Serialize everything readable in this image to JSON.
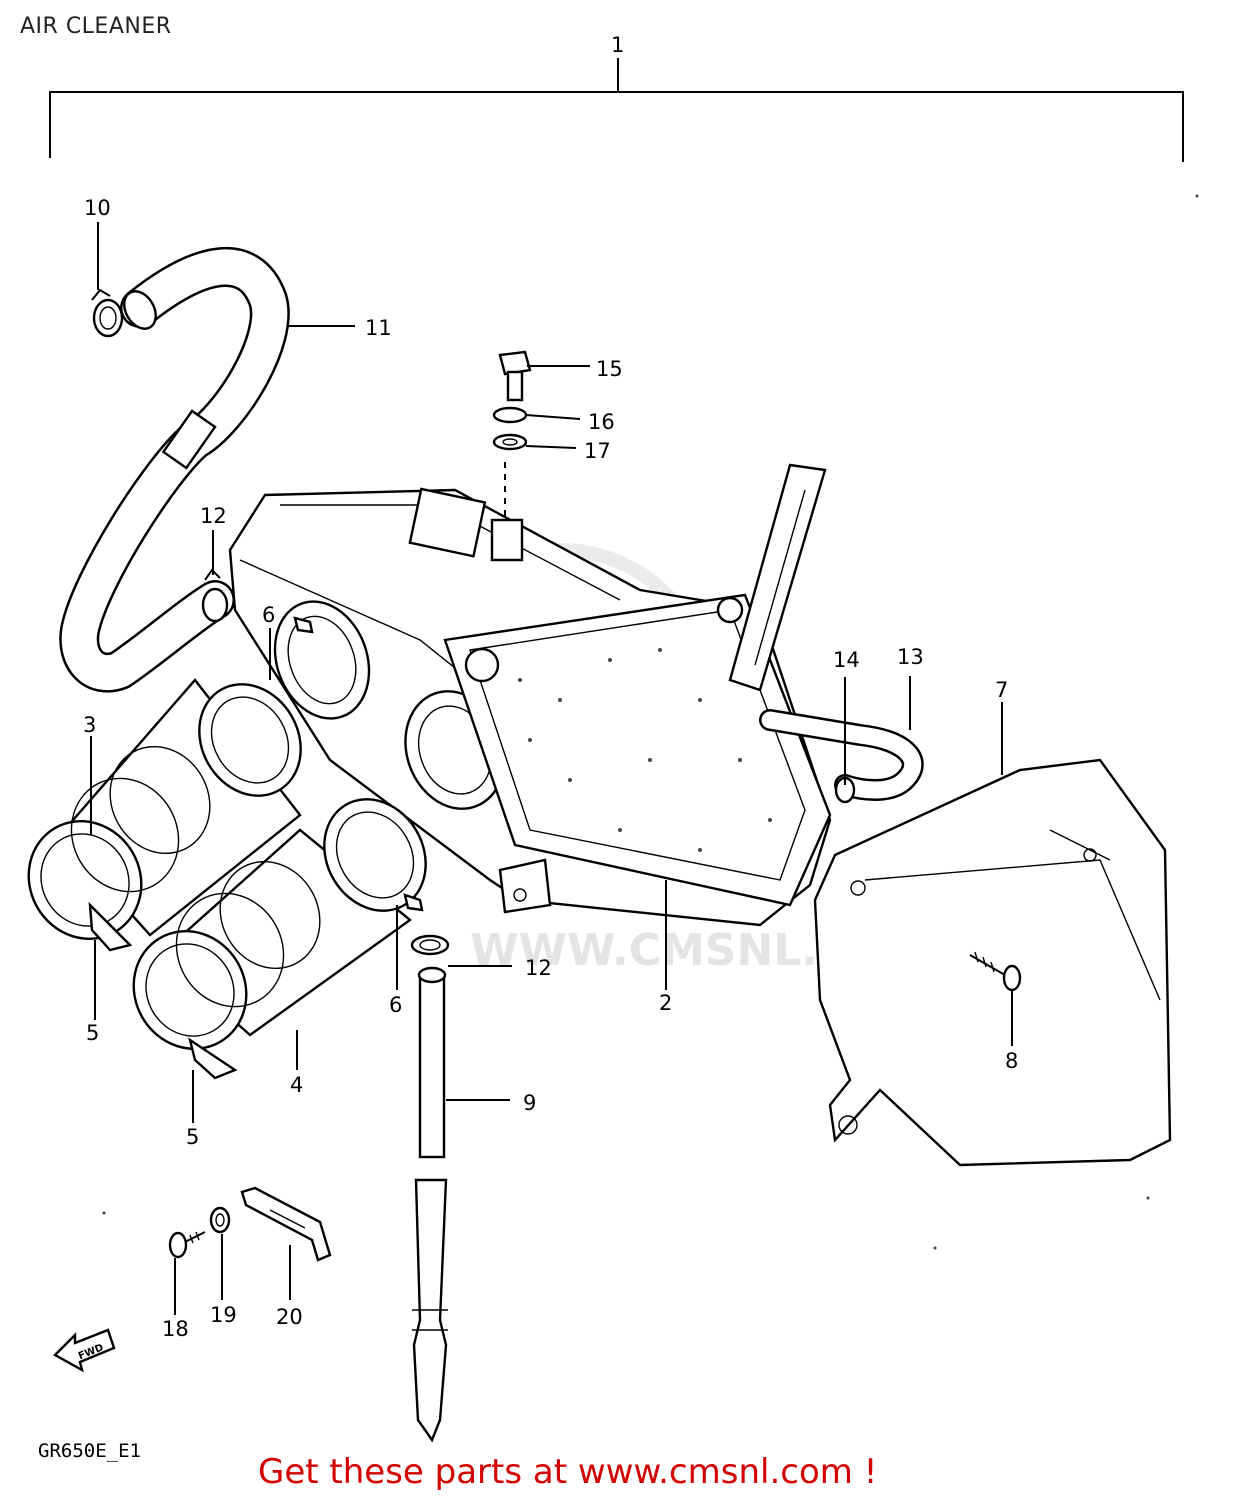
{
  "title": "AIR CLEANER",
  "watermark": "WWW.CMSNL.COM",
  "direction_arrow": "FWD",
  "model_code": "GR650E_E1",
  "footer": "Get these parts at www.cmsnl.com !",
  "callouts": [
    {
      "id": "callout-1",
      "text": "1"
    },
    {
      "id": "callout-2",
      "text": "2"
    },
    {
      "id": "callout-3",
      "text": "3"
    },
    {
      "id": "callout-4",
      "text": "4"
    },
    {
      "id": "callout-5a",
      "text": "5"
    },
    {
      "id": "callout-5b",
      "text": "5"
    },
    {
      "id": "callout-6a",
      "text": "6"
    },
    {
      "id": "callout-6b",
      "text": "6"
    },
    {
      "id": "callout-7",
      "text": "7"
    },
    {
      "id": "callout-8",
      "text": "8"
    },
    {
      "id": "callout-9",
      "text": "9"
    },
    {
      "id": "callout-10",
      "text": "10"
    },
    {
      "id": "callout-11",
      "text": "11"
    },
    {
      "id": "callout-12a",
      "text": "12"
    },
    {
      "id": "callout-12b",
      "text": "12"
    },
    {
      "id": "callout-13",
      "text": "13"
    },
    {
      "id": "callout-14",
      "text": "14"
    },
    {
      "id": "callout-15",
      "text": "15"
    },
    {
      "id": "callout-16",
      "text": "16"
    },
    {
      "id": "callout-17",
      "text": "17"
    },
    {
      "id": "callout-18",
      "text": "18"
    },
    {
      "id": "callout-19",
      "text": "19"
    },
    {
      "id": "callout-20",
      "text": "20"
    }
  ]
}
